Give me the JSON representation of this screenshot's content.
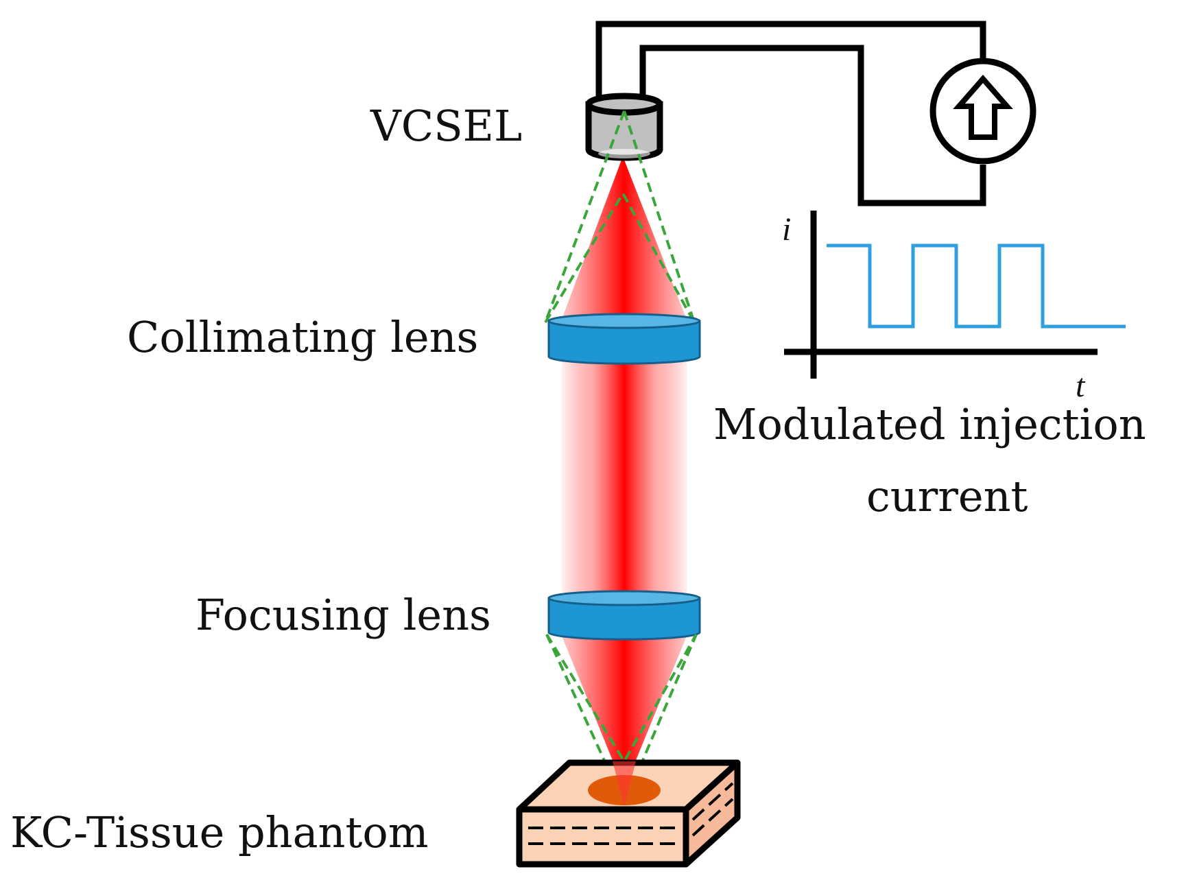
{
  "labels": {
    "vcsel": "VCSEL",
    "collimating_lens": "Collimating lens",
    "focusing_lens": "Focusing lens",
    "phantom": "KC-Tissue phantom",
    "modulated_line1": "Modulated injection",
    "modulated_line2": "current"
  },
  "waveform": {
    "y_axis_label": "i",
    "x_axis_label": "t",
    "pulses": 3
  },
  "colors": {
    "beam": "#ff0000",
    "lens": "#1f96d4",
    "dashed_rays": "#3aa63a",
    "waveform": "#2f9fe0",
    "phantom_face": "#fbd2b6",
    "phantom_spot": "#e05a0a",
    "vcsel_body": "#c0c0c0",
    "wire": "#000000"
  }
}
